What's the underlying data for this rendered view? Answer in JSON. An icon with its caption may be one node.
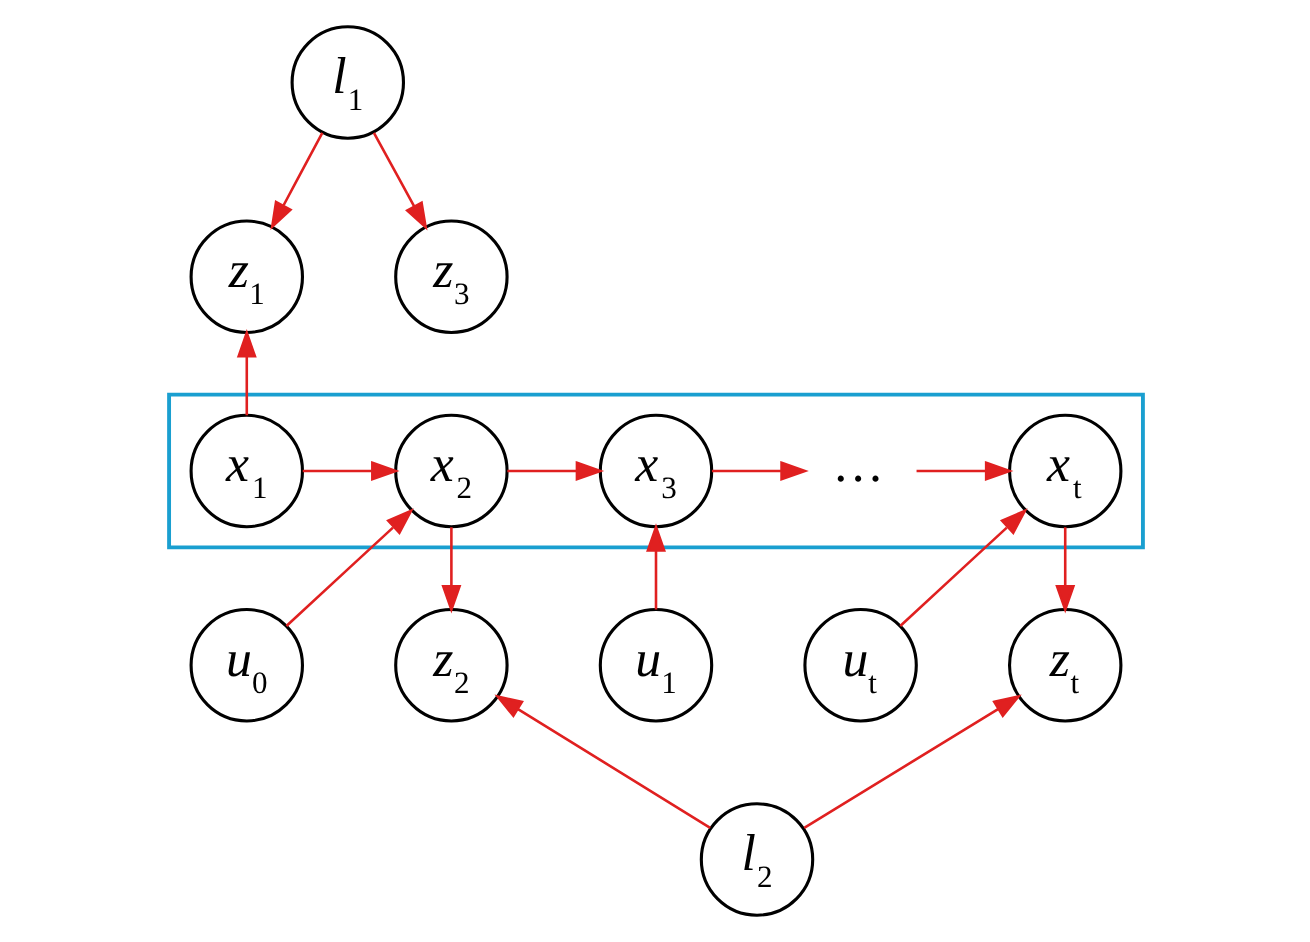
{
  "diagram": {
    "nodes": [
      {
        "text": [
          "l$_{1}$"
        ]
      },
      {
        "text": [
          "z$_{1}$"
        ]
      },
      {
        "text": [
          "z$_{3}$"
        ]
      },
      {
        "text": [],
        "shape": "box"
      },
      {
        "text": [
          "x$_{1}$"
        ],
        "in": 3
      },
      {
        "text": [
          "x$_{2}$"
        ],
        "in": 3
      },
      {
        "text": [
          "x$_{3}$"
        ],
        "in": 3
      },
      {
        "text": [
          "…"
        ],
        "in": 3
      },
      {
        "text": [
          "x$_{t}$"
        ],
        "in": 3
      },
      {
        "text": [
          "u$_{0}$"
        ]
      },
      {
        "text": [
          "u$_{1}$"
        ]
      },
      {
        "text": [
          "u$_{t}$"
        ]
      },
      {
        "text": [
          "z$_{2}$"
        ]
      },
      {
        "text": [
          "z$_{t}$"
        ]
      },
      {
        "text": [
          "l$_{2}$"
        ]
      }
    ],
    "edges": [
      {
        "from": 0,
        "to": 1,
        "arrow": "to"
      },
      {
        "from": 0,
        "to": 2,
        "arrow": "to"
      },
      {
        "from": 4,
        "to": 1,
        "arrow": "to"
      },
      {
        "from": 4,
        "to": 5,
        "arrow": "to"
      },
      {
        "from": 5,
        "to": 6,
        "arrow": "to"
      },
      {
        "from": 6,
        "to": 7,
        "arrow": "to"
      },
      {
        "from": 7,
        "to": 8,
        "arrow": "to"
      },
      {
        "from": 9,
        "to": 5,
        "arrow": "to"
      },
      {
        "from": 10,
        "to": 6,
        "arrow": "to"
      },
      {
        "from": 11,
        "to": 8,
        "arrow": "to"
      },
      {
        "from": 5,
        "to": 12,
        "arrow": "to"
      },
      {
        "from": 8,
        "to": 13,
        "arrow": "to"
      },
      {
        "from": 14,
        "to": 12,
        "arrow": "to"
      },
      {
        "from": 14,
        "to": 13,
        "arrow": "to"
      }
    ]
  }
}
